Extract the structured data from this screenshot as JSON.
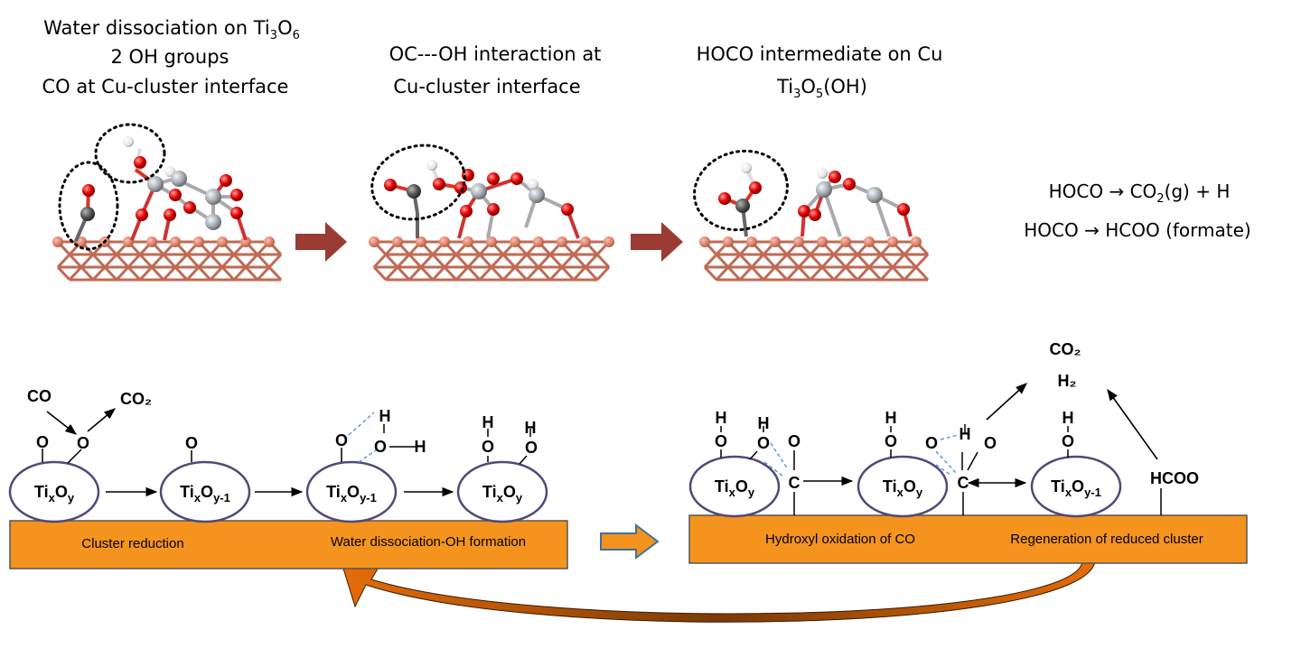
{
  "panels": [
    {
      "lines": [
        {
          "text": "Water dissociation on Ti",
          "sub1": "3",
          "mid": "O",
          "sub2": "6"
        },
        {
          "text": "2 OH groups"
        },
        {
          "text": "CO at Cu-cluster interface"
        }
      ]
    },
    {
      "lines": [
        {
          "text": "OC---OH interaction at"
        },
        {
          "text": "Cu-cluster interface"
        }
      ]
    },
    {
      "lines": [
        {
          "text": "HOCO intermediate on Cu"
        },
        {
          "text": "Ti",
          "sub1": "3",
          "mid": "O",
          "sub2": "5",
          "tail": "(OH)"
        }
      ]
    }
  ],
  "reactions": [
    {
      "lhs": "HOCO → CO",
      "sub": "2",
      "rhs": "(g) + H"
    },
    {
      "lhs": "HOCO → HCOO (formate)"
    }
  ],
  "scheme": {
    "co_in": "CO",
    "co2_out": "CO₂",
    "products_top": "CO₂",
    "products_h2": "H₂",
    "hcoo": "HCOO",
    "atom_O": "O",
    "atom_H": "H",
    "atom_C": "C",
    "clusters": [
      {
        "base": "Ti",
        "x": "x",
        "o": "O",
        "y": "y"
      },
      {
        "base": "Ti",
        "x": "x",
        "o": "O",
        "y": "y-1"
      },
      {
        "base": "Ti",
        "x": "x",
        "o": "O",
        "y": "y-1"
      },
      {
        "base": "Ti",
        "x": "x",
        "o": "O",
        "y": "y"
      },
      {
        "base": "Ti",
        "x": "x",
        "o": "O",
        "y": "y"
      },
      {
        "base": "Ti",
        "x": "x",
        "o": "O",
        "y": "y"
      },
      {
        "base": "Ti",
        "x": "x",
        "o": "O",
        "y": "y-1"
      }
    ],
    "bar_left": {
      "label1": "Cluster reduction",
      "label2": "Water dissociation-OH formation"
    },
    "bar_right": {
      "label1": "Hydroxyl oxidation of CO",
      "label2": "Regeneration of reduced cluster"
    }
  },
  "colors": {
    "support_orange": "#f4941e",
    "cu_atom": "#e0826a",
    "cu_bond": "#c06a54",
    "oxygen": "#e00000",
    "titanium": "#a9b0b6",
    "carbon": "#555555",
    "hydrogen": "#f2f2f2",
    "arrow_dark_red": "#9b3b34",
    "cycle_arrow": "#c55a11",
    "ellipse_stroke": "#504a78"
  }
}
